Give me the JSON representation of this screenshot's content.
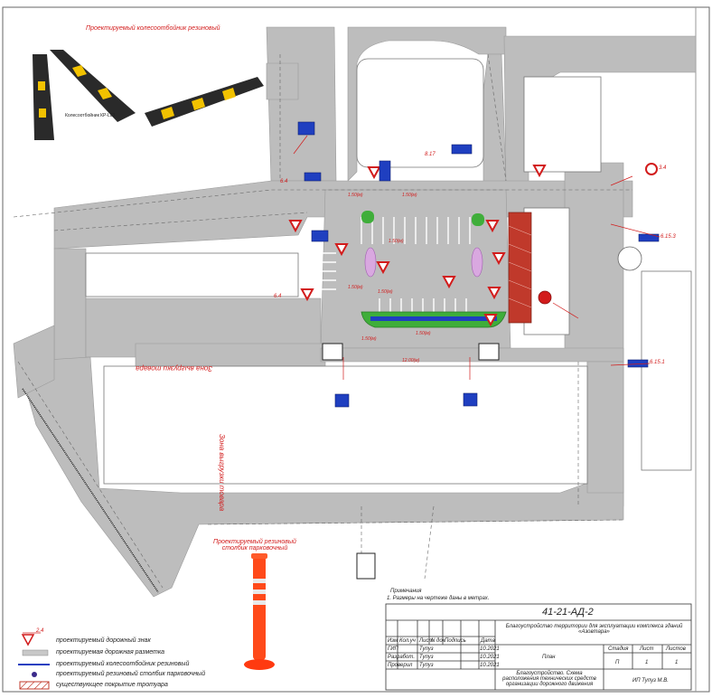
{
  "header": {
    "wheel_stop_title": "Проектируемый колесоотбойник резиновый",
    "wheel_stop_caption": "Колесоотбойник КР-L83",
    "post_title": "Проектируемый резиновый столбик парковочный"
  },
  "zones": {
    "unloading_zone": "Зона выгрузки товара",
    "unloading_zone_vertical": "Зона выгрузки товара"
  },
  "signs": {
    "sign_codes": [
      "3.4",
      "6.15.3",
      "6.15.1",
      "6.4",
      "6.4",
      "8.17"
    ]
  },
  "dimensions": [
    "1.50(м)",
    "1.50(м)",
    "1.50(м)",
    "1.50(м)",
    "1.50(м)",
    "1.50(м)",
    "12.00(м)",
    "1.50(м)"
  ],
  "notes": {
    "title": "Примечания",
    "line1": "1. Размеры на чертеже даны в метрах."
  },
  "title_block": {
    "doc_code": "41-21-АД-2",
    "project_title": "Благоустройство территории для эксплуатации комплекса зданий «Азовтара»",
    "sheet_name": "План",
    "drawing_title": "Благоустройство. Схема расположения технических средств организации дорожного движения",
    "stage_header": "Стадия",
    "sheet_header": "Лист",
    "sheets_header": "Листов",
    "stage_value": "П",
    "sheet_value": "1",
    "sheets_value": "1",
    "company": "ИП Тупуз М.В.",
    "col_headers": [
      "Изм",
      "Кол.уч",
      "Лист",
      "N док",
      "Подпись",
      "Дата"
    ],
    "roles": [
      {
        "role": "ГИП",
        "name": "Тупуз",
        "date": "10.2021"
      },
      {
        "role": "Разработ.",
        "name": "Тупуз",
        "date": "10.2021"
      },
      {
        "role": "Проверил",
        "name": "Тупуз",
        "date": "10.2021"
      }
    ]
  },
  "legend": [
    {
      "label": "проектируемый дорожный знак",
      "icon": "sign-triangle-icon"
    },
    {
      "label": "проектируемая дорожная разметка",
      "icon": "marking-icon"
    },
    {
      "label": "проектируемый колесоотбойник резиновый",
      "icon": "wheel-stop-line-icon"
    },
    {
      "label": "проектируемый резиновый столбик парковочный",
      "icon": "post-dot-icon"
    },
    {
      "label": "существующее покрытие тротуара",
      "icon": "hatch-icon"
    }
  ],
  "legend_sign_code": "2.4",
  "colors": {
    "road": "#bdbdbd",
    "accent_red": "#d21c1c",
    "sign_blue": "#1f3fc0",
    "yellow": "#f2c200",
    "green": "#3fae3a"
  }
}
